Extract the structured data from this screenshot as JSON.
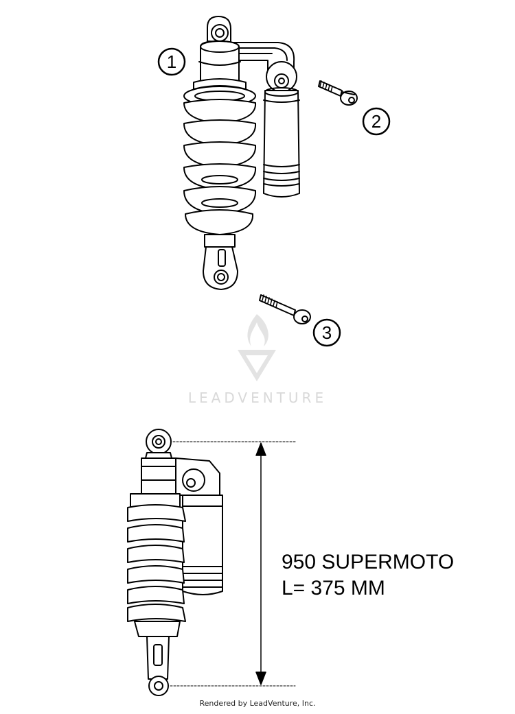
{
  "callouts": [
    {
      "number": "1"
    },
    {
      "number": "2"
    },
    {
      "number": "3"
    }
  ],
  "spec": {
    "model": "950 SUPERMOTO",
    "length": "L= 375 MM"
  },
  "watermark": {
    "brand": "LEADVENTURE",
    "logo_icon": "leadventure-flame-v-logo"
  },
  "footer": {
    "credit": "Rendered by LeadVenture, Inc."
  }
}
